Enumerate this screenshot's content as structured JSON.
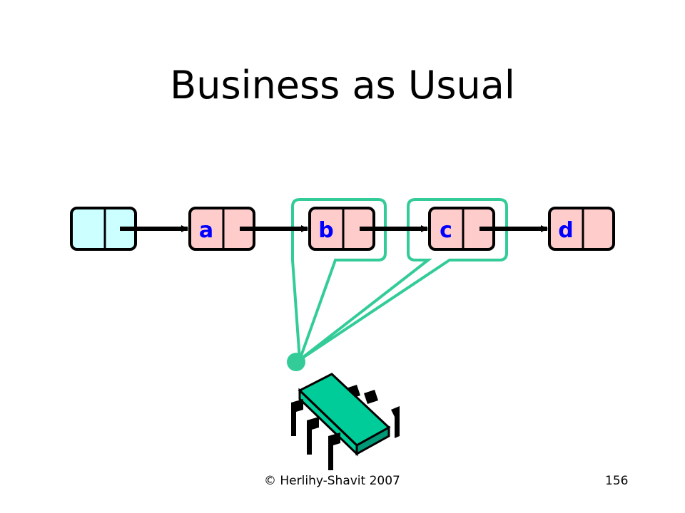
{
  "slide": {
    "title": "Business as Usual",
    "footer_left": "© Herlihy-Shavit 2007",
    "footer_right": "156"
  },
  "list": {
    "head_color": "#ccffff",
    "node_color": "#ffcccc",
    "label_color": "#0000ff",
    "nodes": [
      "a",
      "b",
      "c",
      "d"
    ]
  },
  "thread": {
    "color": "#00cc99",
    "highlight_color": "#33cc99"
  }
}
